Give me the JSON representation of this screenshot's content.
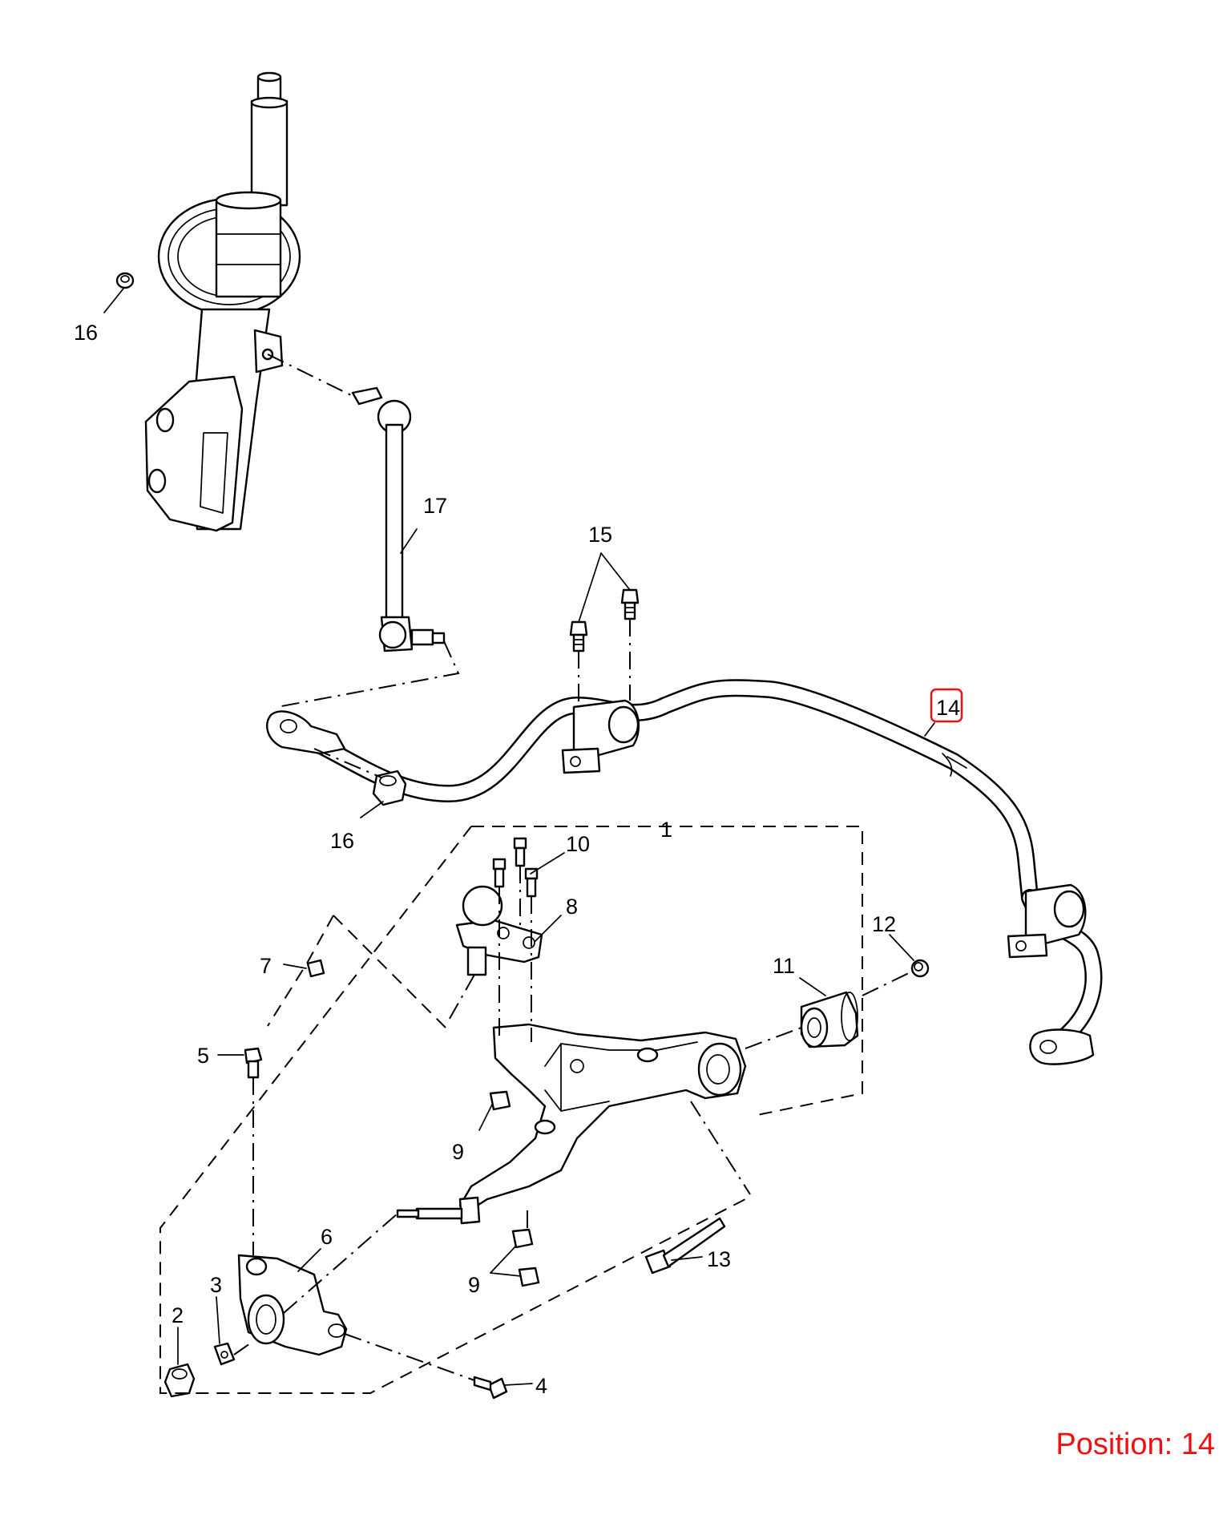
{
  "callouts": {
    "c1": "1",
    "c2": "2",
    "c3": "3",
    "c4": "4",
    "c5": "5",
    "c6": "6",
    "c7": "7",
    "c8": "8",
    "c9a": "9",
    "c9b": "9",
    "c10": "10",
    "c11": "11",
    "c12": "12",
    "c13": "13",
    "c14": "14",
    "c15": "15",
    "c16a": "16",
    "c16b": "16",
    "c17": "17"
  },
  "selected_callout": "14",
  "highlight_color": "#ee1111",
  "position_readout": "Position: 14"
}
